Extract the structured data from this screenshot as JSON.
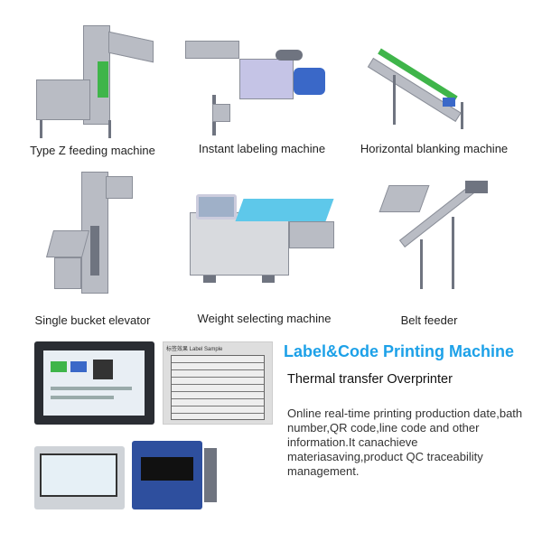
{
  "products": [
    {
      "caption": "Type Z feeding machine",
      "icon": "z-feeder-image"
    },
    {
      "caption": "Instant labeling machine",
      "icon": "labeling-machine-image"
    },
    {
      "caption": "Horizontal blanking machine",
      "icon": "blanking-machine-image"
    },
    {
      "caption": "Single bucket elevator",
      "icon": "bucket-elevator-image"
    },
    {
      "caption": "Weight selecting machine",
      "icon": "weight-selector-image"
    },
    {
      "caption": "Belt feeder",
      "icon": "belt-feeder-image"
    }
  ],
  "printer_section": {
    "title": "Label&Code Printing Machine",
    "subtitle": "Thermal transfer Overprinter",
    "description": "Online real-time printing production date,bath number,QR code,line code and other information.It canachieve materiasaving,product QC traceability management.",
    "label_sample_heading": "标签效果 Label Sample"
  },
  "colors": {
    "accent": "#1da1e8",
    "machine_green": "#3fb54a",
    "machine_blue": "#3a68c8"
  }
}
